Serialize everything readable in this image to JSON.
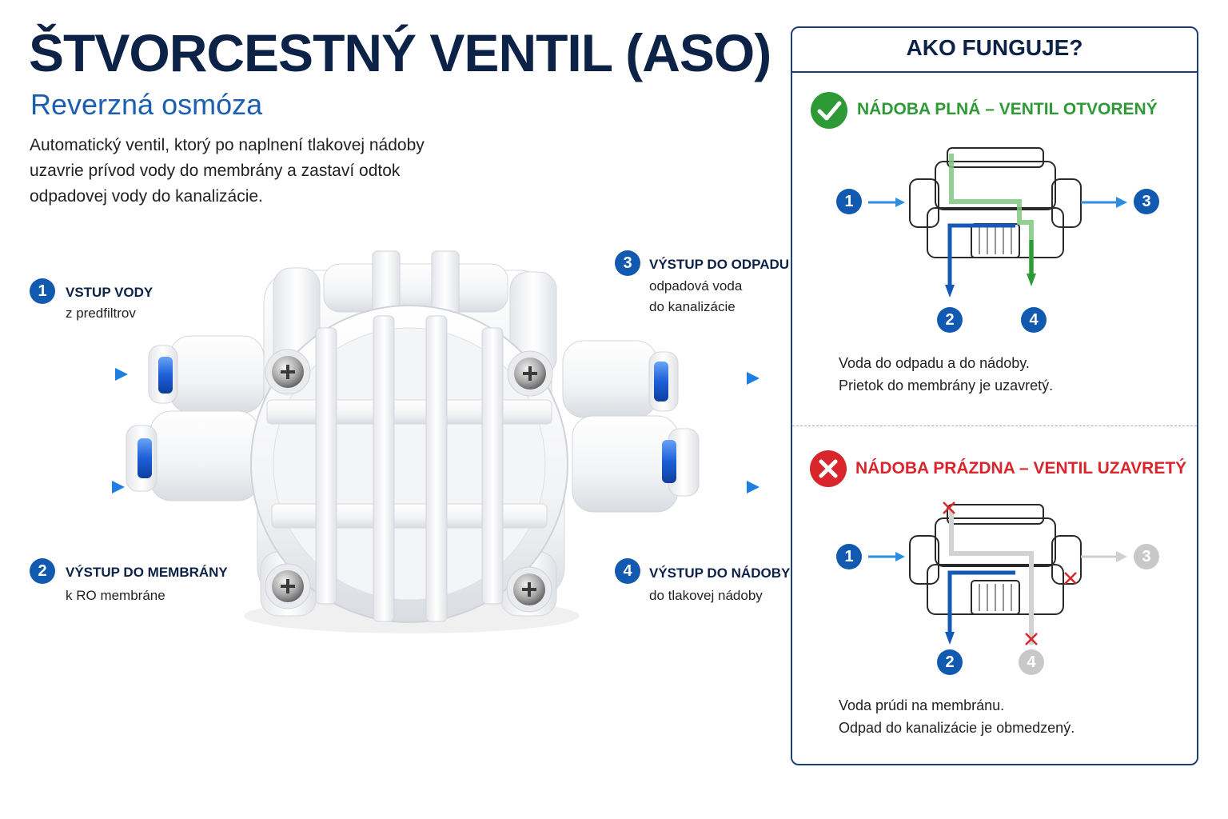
{
  "header": {
    "title": "ŠTVORCESTNÝ VENTIL (ASO)",
    "subtitle": "Reverzná osmóza",
    "description": [
      "Automatický ventil, ktorý po naplnení tlakovej nádoby",
      "uzavrie prívod vody do membrány a zastaví odtok",
      "odpadovej vody do kanalizácie."
    ]
  },
  "ports": [
    {
      "number": "1",
      "title": "VSTUP VODY",
      "subtitle": "z predfiltrov"
    },
    {
      "number": "2",
      "title": "VÝSTUP DO MEMBRÁNY",
      "subtitle": "k RO membráne"
    },
    {
      "number": "3",
      "title": "VÝSTUP DO ODPADU",
      "subtitle": [
        "odpadová voda",
        "do kanalizácie"
      ]
    },
    {
      "number": "4",
      "title": "VÝSTUP DO NÁDOBY",
      "subtitle": "do tlakovej nádoby"
    }
  ],
  "panel": {
    "title": "AKO FUNGUJE?",
    "states": [
      {
        "icon": "check-icon",
        "title": "NÁDOBA PLNÁ – VENTIL OTVORENÝ",
        "color": "#2e9a35",
        "labels": [
          "1",
          "2",
          "3",
          "4"
        ],
        "text": [
          "Voda do odpadu a do nádoby.",
          "Prietok do membrány je uzavretý."
        ]
      },
      {
        "icon": "cross-icon",
        "title": "NÁDOBA PRÁZDNA – VENTIL UZAVRETÝ",
        "color": "#d8262c",
        "labels": [
          "1",
          "2",
          "3",
          "4"
        ],
        "text": [
          "Voda prúdi na membránu.",
          "Odpad do kanalizácie je obmedzený."
        ]
      }
    ]
  },
  "colors": {
    "navy": "#0d2247",
    "blue": "#1259b0",
    "arrow_blue": "#2f8de0",
    "green": "#2e9a35",
    "red": "#d8262c",
    "gray": "#c8c8c8"
  }
}
